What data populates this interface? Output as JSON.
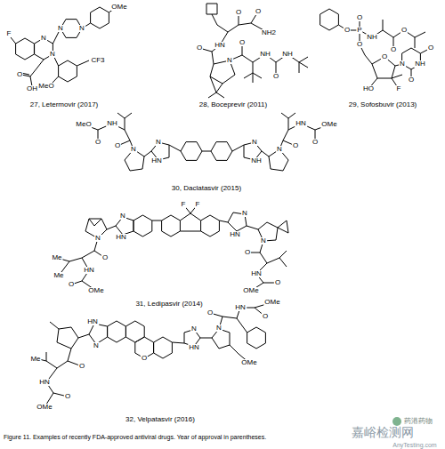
{
  "diagram": {
    "caption": "Figure 11. Examples of recently FDA-approved antiviral drugs. Year of approval in parentheses.",
    "labels": [
      "F",
      "N",
      "N",
      "N",
      "N",
      "OMe",
      "CF3",
      "MeO",
      "O",
      "OH",
      "O",
      "O",
      "NH2",
      "HN",
      "O",
      "N",
      "O",
      "NH",
      "O",
      "NH",
      "O",
      "P",
      "O",
      "NH",
      "O",
      "O",
      "O",
      "O",
      "N",
      "O",
      "NH",
      "O",
      "HO",
      "F",
      "MeO",
      "O",
      "NH",
      "O",
      "N",
      "N",
      "HN",
      "N",
      "NH",
      "N",
      "O",
      "HN",
      "O",
      "OMe",
      "N",
      "HN",
      "F",
      "F",
      "N",
      "HN",
      "N",
      "N",
      "O",
      "Me",
      "Me",
      "HN",
      "O",
      "OMe",
      "O",
      "HN",
      "O",
      "OMe",
      "HN",
      "N",
      "O",
      "N",
      "HN",
      "N",
      "O",
      "HN",
      "O",
      "OMe",
      "OMe",
      "O",
      "Me",
      "HN",
      "O",
      "OMe",
      "27, Letermovir (2017)",
      "28, Boceprevir (2011)",
      "29, Sofosbuvir (2013)",
      "30, Daclatasvir (2015)",
      "31, Ledipasvir (2014)",
      "32, Velpatasvir (2016)",
      "嘉峪检测网",
      "AnyTesting.com",
      "药港药物"
    ]
  }
}
